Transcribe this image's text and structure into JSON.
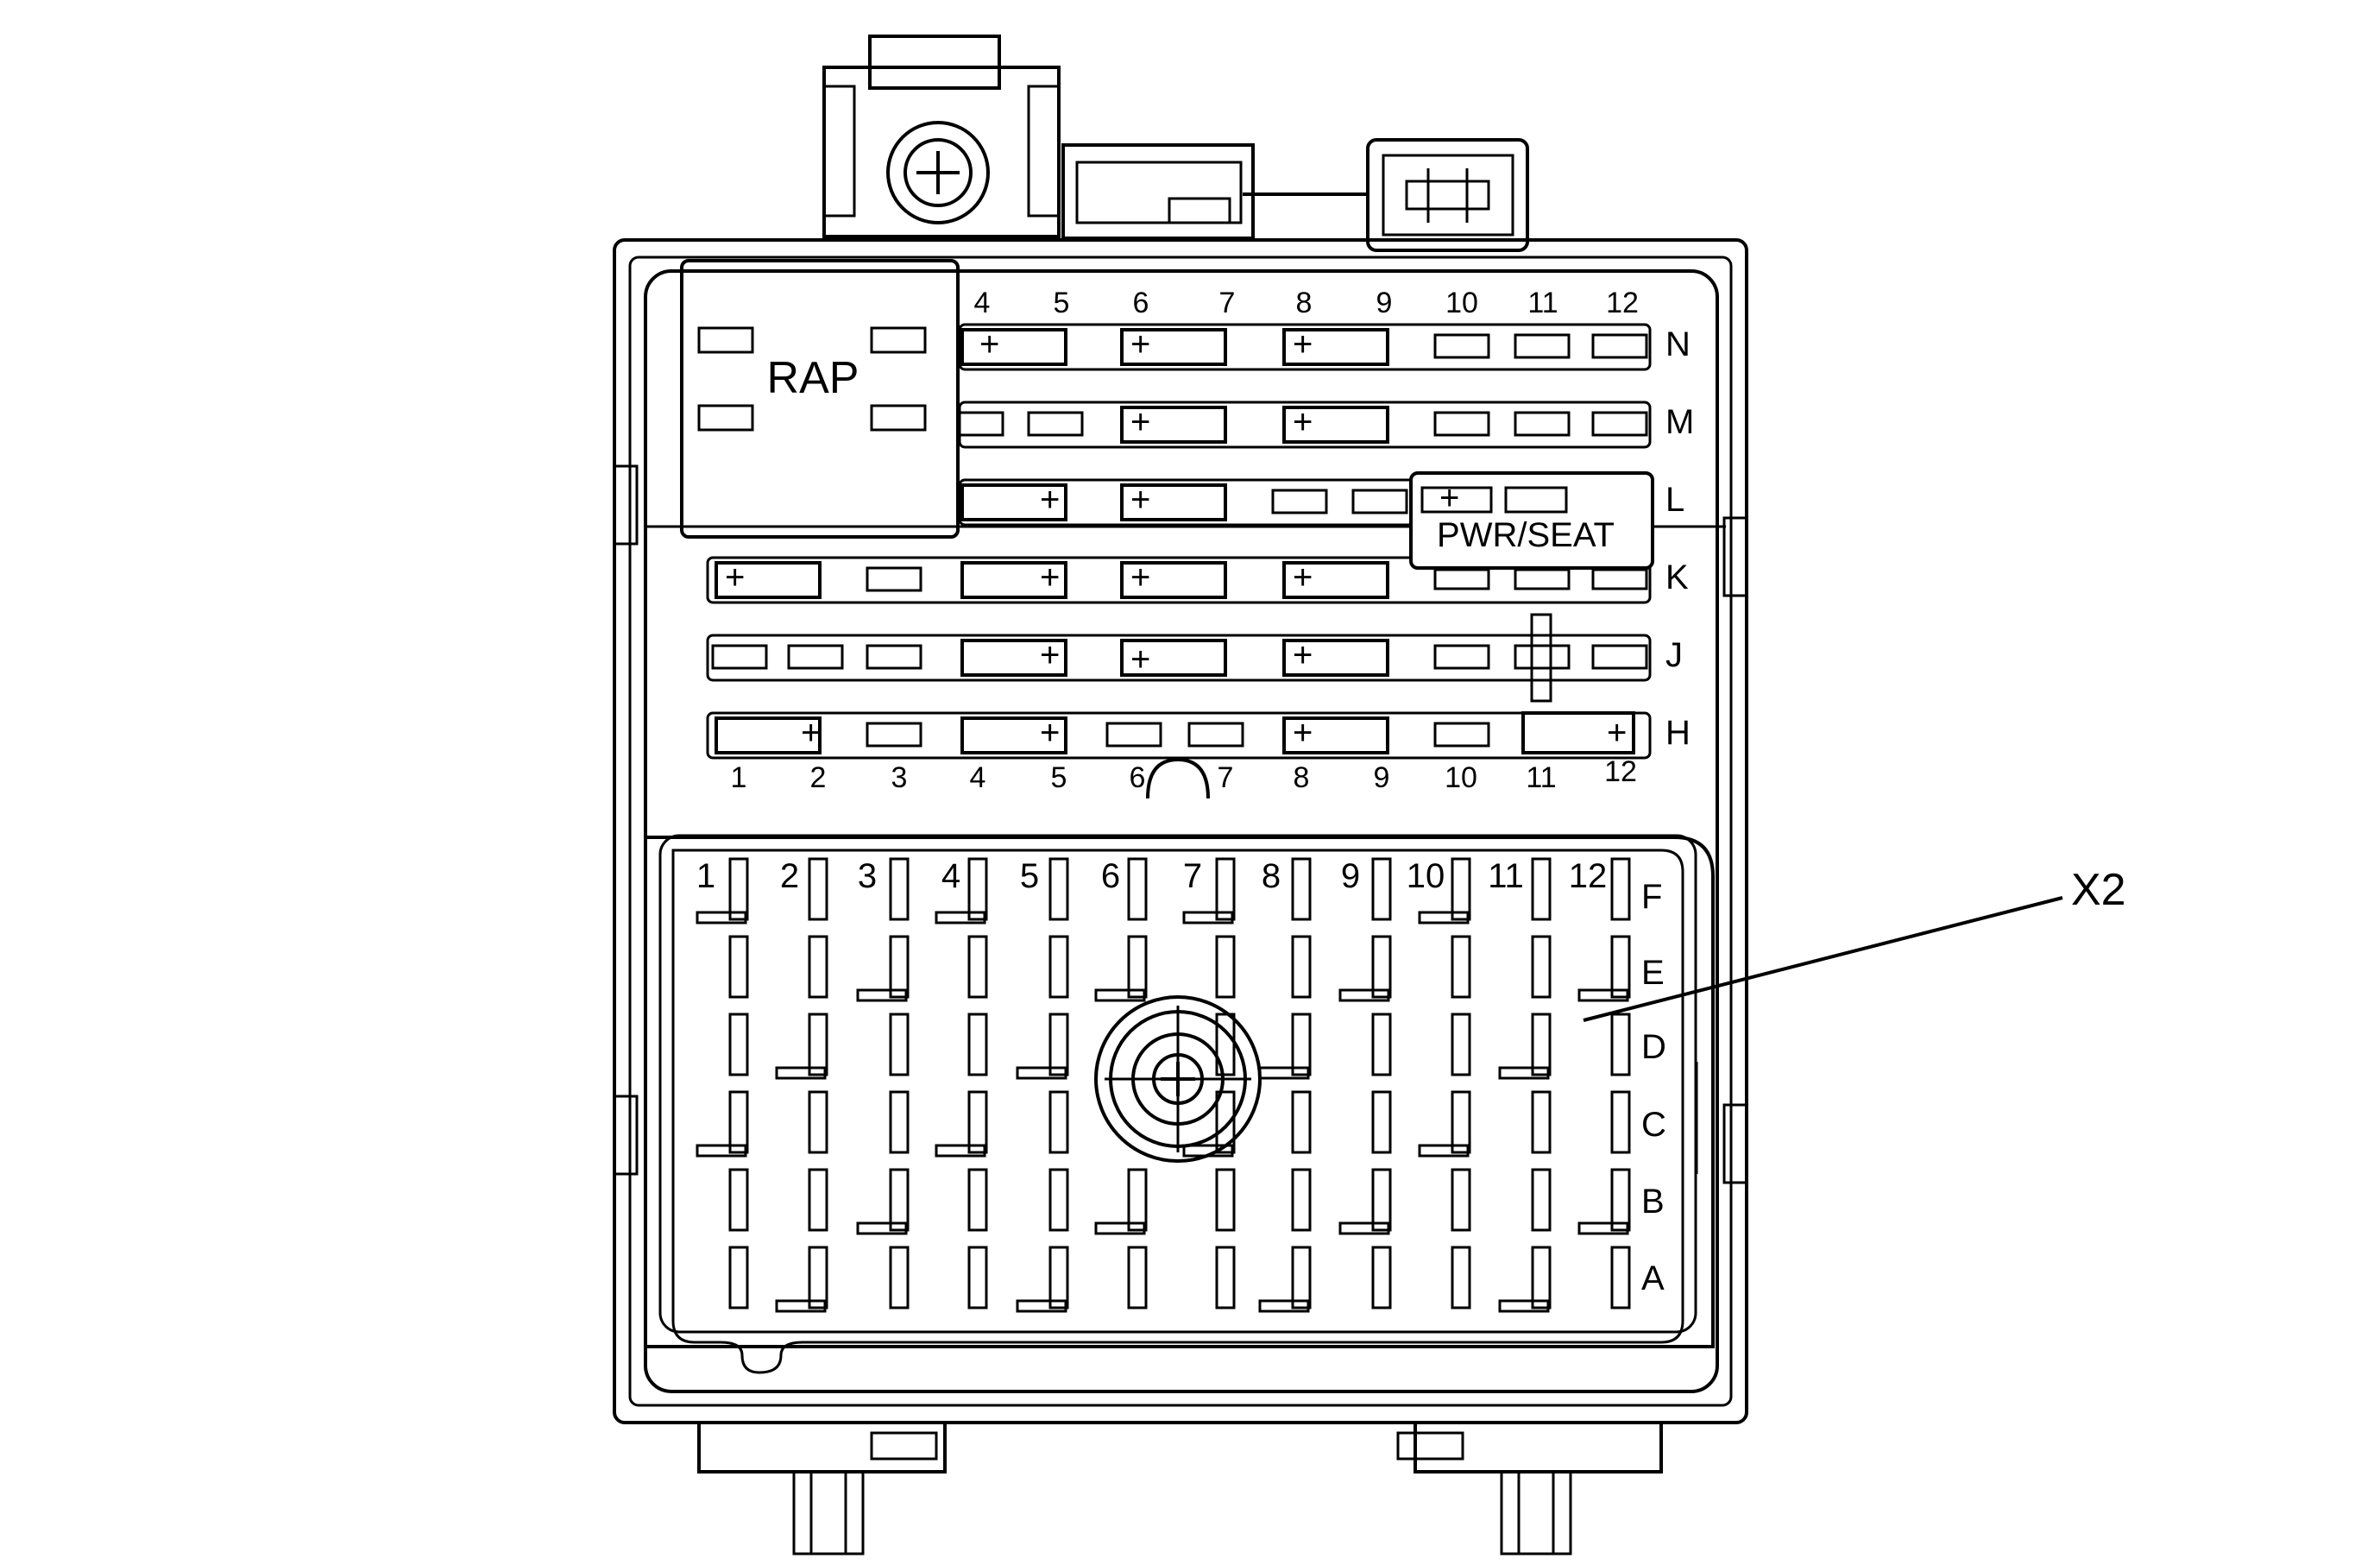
{
  "labels": {
    "rap": "RAP",
    "pwr_seat": "PWR/SEAT",
    "x2": "X2",
    "plus": "+"
  },
  "fuse_block": {
    "top_columns": [
      "4",
      "5",
      "6",
      "7",
      "8",
      "9",
      "10",
      "11",
      "12"
    ],
    "bottom_columns": [
      "1",
      "2",
      "3",
      "4",
      "5",
      "6",
      "7",
      "8",
      "9",
      "10",
      "11",
      "12"
    ],
    "rows": [
      "N",
      "M",
      "L",
      "K",
      "J",
      "H"
    ]
  },
  "connector_x2": {
    "columns": [
      "1",
      "2",
      "3",
      "4",
      "5",
      "6",
      "7",
      "8",
      "9",
      "10",
      "11",
      "12"
    ],
    "rows": [
      "F",
      "E",
      "D",
      "C",
      "B",
      "A"
    ]
  }
}
